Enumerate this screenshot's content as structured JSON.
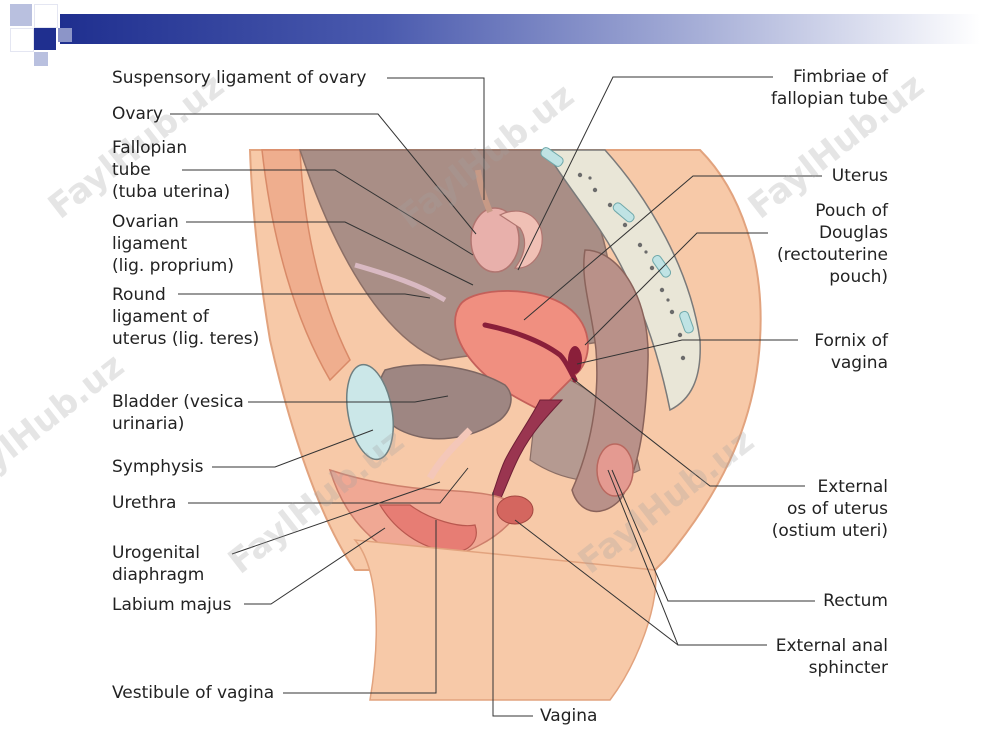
{
  "labels": {
    "left": [
      {
        "id": "suspensory",
        "lines": [
          "Suspensory ligament of ovary"
        ]
      },
      {
        "id": "ovary",
        "lines": [
          "Ovary"
        ]
      },
      {
        "id": "fallopian",
        "lines": [
          "Fallopian",
          "tube",
          "(tuba uterina)"
        ]
      },
      {
        "id": "ovarian-lig",
        "lines": [
          "Ovarian",
          "ligament",
          "(lig. proprium)"
        ]
      },
      {
        "id": "round-lig",
        "lines": [
          "Round",
          "ligament of",
          "uterus (lig. teres)"
        ]
      },
      {
        "id": "bladder",
        "lines": [
          "Bladder (vesica",
          "urinaria)"
        ]
      },
      {
        "id": "symphysis",
        "lines": [
          "Symphysis"
        ]
      },
      {
        "id": "urethra",
        "lines": [
          "Urethra"
        ]
      },
      {
        "id": "urogenital",
        "lines": [
          "Urogenital",
          "diaphragm"
        ]
      },
      {
        "id": "labium",
        "lines": [
          "Labium majus"
        ]
      },
      {
        "id": "vestibule",
        "lines": [
          "Vestibule of vagina"
        ]
      }
    ],
    "right": [
      {
        "id": "fimbriae",
        "lines": [
          "Fimbriae of",
          "fallopian tube"
        ]
      },
      {
        "id": "uterus",
        "lines": [
          "Uterus"
        ]
      },
      {
        "id": "pouch",
        "lines": [
          "Pouch of",
          "Douglas",
          "(rectouterine",
          "pouch)"
        ]
      },
      {
        "id": "fornix",
        "lines": [
          "Fornix of",
          "vagina"
        ]
      },
      {
        "id": "external-os",
        "lines": [
          "External",
          "os of uterus",
          "(ostium uteri)"
        ]
      },
      {
        "id": "rectum",
        "lines": [
          "Rectum"
        ]
      },
      {
        "id": "anal-sphincter",
        "lines": [
          "External anal",
          "sphincter"
        ]
      }
    ],
    "bottom": [
      {
        "id": "vagina",
        "lines": [
          "Vagina"
        ]
      }
    ]
  },
  "watermark": "FaylHub.uz"
}
